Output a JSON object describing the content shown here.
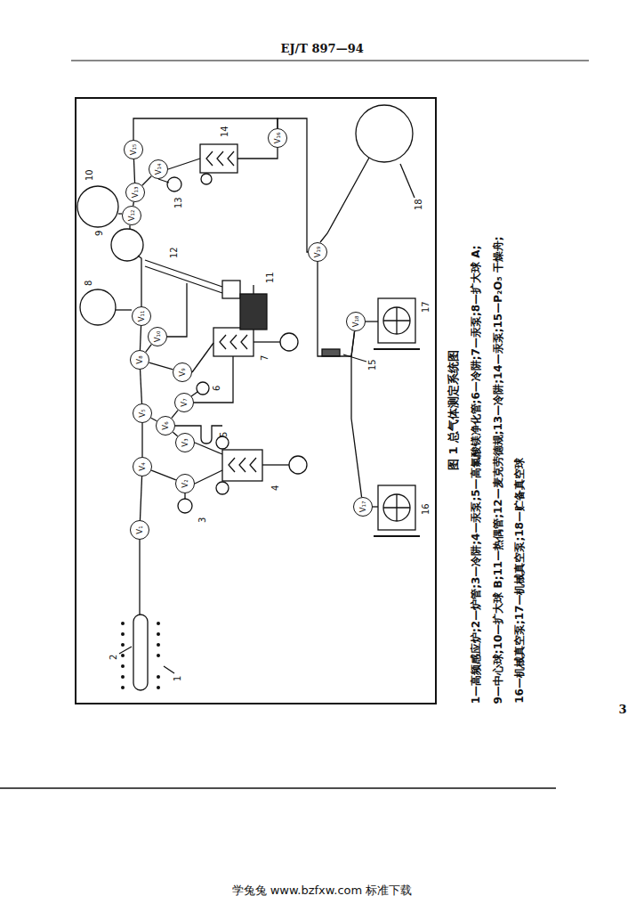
{
  "diagram": {
    "caption": "图 1 总气体测定系统图",
    "nodes": [
      {
        "text": [
          "V₁"
        ]
      },
      {
        "text": [
          "V₂"
        ]
      },
      {
        "text": [
          "V₃"
        ]
      },
      {
        "text": [
          "V₄"
        ]
      },
      {
        "text": [
          "V₅"
        ]
      },
      {
        "text": [
          "V₆"
        ]
      },
      {
        "text": [
          "V₇"
        ]
      },
      {
        "text": [
          "V₈"
        ]
      },
      {
        "text": [
          "V₉"
        ]
      },
      {
        "text": [
          "V₁₀"
        ]
      },
      {
        "text": [
          "V₁₁"
        ]
      },
      {
        "text": [
          "V₁₂"
        ]
      },
      {
        "text": [
          "V₁₃"
        ]
      },
      {
        "text": [
          "V₁₄"
        ]
      },
      {
        "text": [
          "V₁₅"
        ]
      },
      {
        "text": [
          "V₁₆"
        ]
      },
      {
        "text": [
          "V₁₇"
        ]
      },
      {
        "text": [
          "V₁₈"
        ]
      },
      {
        "text": [
          "V₁₉"
        ]
      }
    ],
    "edges": [
      {
        "from": 0,
        "to": 3,
        "arrow": "none"
      },
      {
        "from": 3,
        "to": 4,
        "arrow": "none"
      },
      {
        "from": 4,
        "to": 7,
        "arrow": "none"
      },
      {
        "from": 7,
        "to": 10,
        "arrow": "none"
      },
      {
        "from": 3,
        "to": 1,
        "arrow": "none"
      },
      {
        "from": 2,
        "to": 5,
        "arrow": "none"
      },
      {
        "from": 4,
        "to": 5,
        "arrow": "none"
      },
      {
        "from": 5,
        "to": 6,
        "arrow": "none"
      },
      {
        "from": 7,
        "to": 8,
        "arrow": "none"
      },
      {
        "from": 7,
        "to": 9,
        "arrow": "none"
      },
      {
        "from": 14,
        "to": 12,
        "arrow": "none"
      },
      {
        "from": 12,
        "to": 11,
        "arrow": "none"
      },
      {
        "from": 12,
        "to": 13,
        "arrow": "none"
      },
      {
        "from": 14,
        "to": 15,
        "arrow": "none"
      },
      {
        "from": 15,
        "to": 18,
        "arrow": "none"
      },
      {
        "from": 18,
        "to": 17,
        "arrow": "none"
      },
      {
        "from": 17,
        "to": 16,
        "arrow": "none"
      }
    ],
    "labels": [
      "EJ/T 897—94",
      "1",
      "2",
      "3",
      "4",
      "5",
      "6",
      "7",
      "8",
      "9",
      "10",
      "11",
      "12",
      "13",
      "14",
      "15",
      "16",
      "17",
      "18",
      "1—高频感应炉;2—炉管;3—冷阱;4—汞泵;5—高氯酸镁净化管;6—冷阱;7—汞泵;8—扩大球 A;",
      "9—中心球;10—扩大球 B;11—热偶管;12—麦克劳德规;13—冷阱;14—汞泵;15—P₂O₅ 干燥舟;",
      "16—机械真空泵;17—机械真空泵;18—贮备真空球",
      "3",
      "学兔兔 www.bzfxw.com 标准下载"
    ]
  }
}
